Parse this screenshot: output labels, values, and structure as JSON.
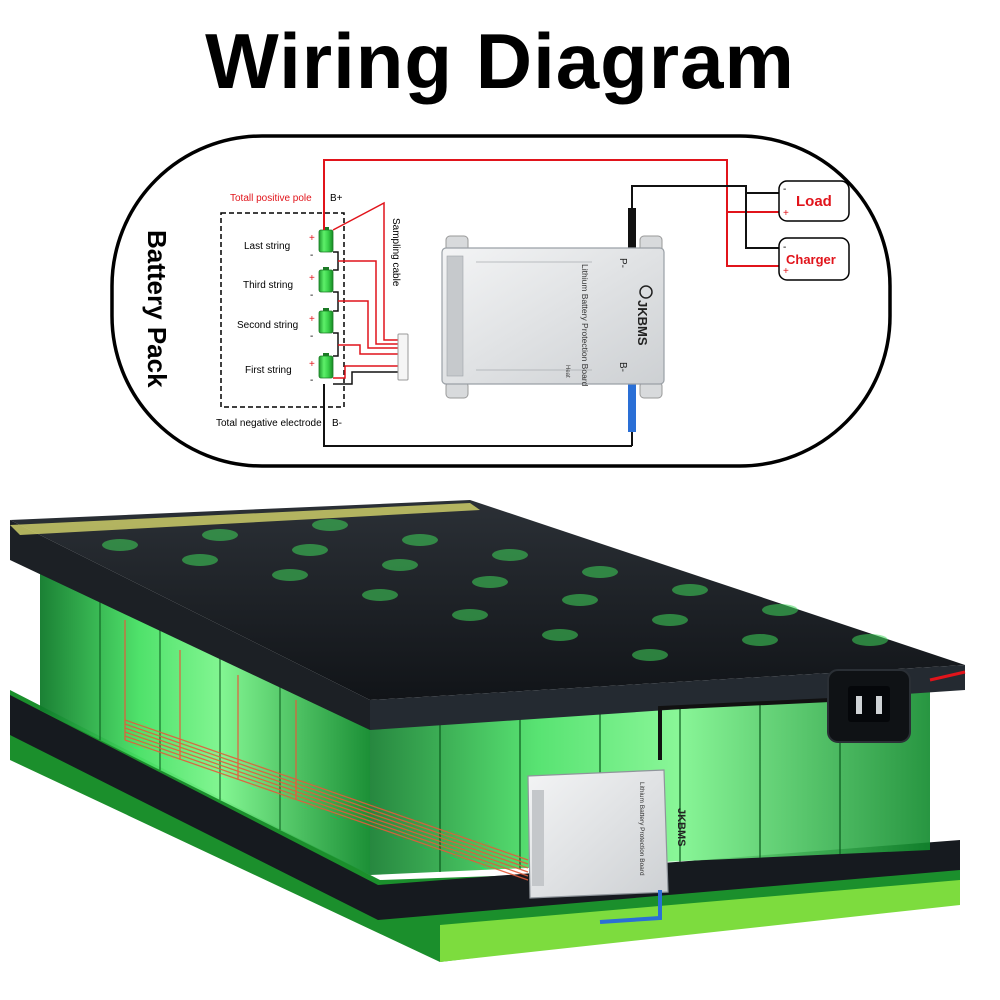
{
  "title": "Wiring Diagram",
  "diagram": {
    "battery_pack_label": "Battery Pack",
    "total_positive_label": "Totall positive pole",
    "b_plus": "B+",
    "total_negative_label": "Total negative electrode",
    "b_minus": "B-",
    "strings": [
      "Last string",
      "Third string",
      "Second string",
      "First string"
    ],
    "sampling_cable_label": "Sampling cable",
    "board_text": "Lithium Battery Protection Board",
    "board_brand": "JKBMS",
    "board_heat": "Heat",
    "p_minus": "P-",
    "b_minus_board": "B-",
    "load_label": "Load",
    "charger_label": "Charger",
    "plus": "+",
    "minus": "-"
  },
  "colors": {
    "wire_red": "#e1141b",
    "wire_black": "#111111",
    "wire_blue": "#2a6fd6",
    "cell_green": "#35d04a",
    "board_silver": "#e4e6e8"
  }
}
